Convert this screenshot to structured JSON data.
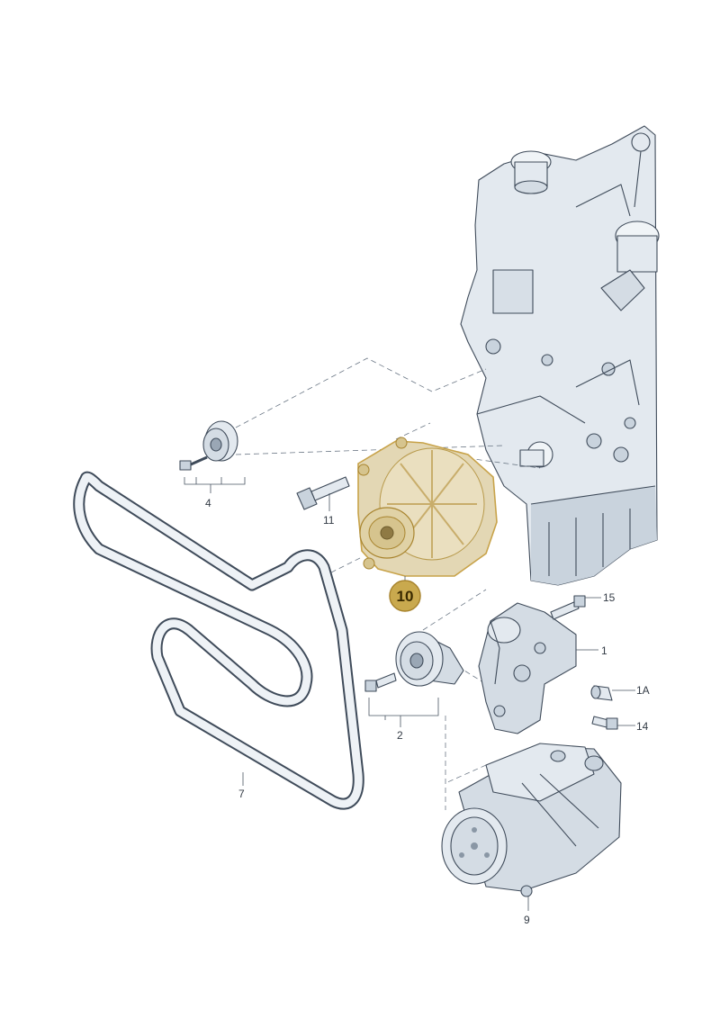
{
  "diagram": {
    "callouts": [
      {
        "id": "c1",
        "label": "1"
      },
      {
        "id": "c1a",
        "label": "1A"
      },
      {
        "id": "c2",
        "label": "2"
      },
      {
        "id": "c4",
        "label": "4"
      },
      {
        "id": "c7",
        "label": "7"
      },
      {
        "id": "c9",
        "label": "9"
      },
      {
        "id": "c10",
        "label": "10"
      },
      {
        "id": "c11",
        "label": "11"
      },
      {
        "id": "c14",
        "label": "14"
      },
      {
        "id": "c15",
        "label": "15"
      }
    ],
    "highlighted_callout": "10",
    "colors": {
      "line": "#3f4b5a",
      "part_fill": "#e3e9ef",
      "part_shade": "#c9d3dd",
      "highlight_fill": "#e3d7b4",
      "highlight_stroke": "#c8a34a",
      "badge_fill": "#c9a94e",
      "badge_stroke": "#a8842e"
    },
    "icons": [
      "engine-block",
      "drive-belt",
      "alternator",
      "idler-pulley",
      "tensioner-pulley",
      "bracket",
      "ac-compressor",
      "bolt",
      "sleeve"
    ]
  }
}
